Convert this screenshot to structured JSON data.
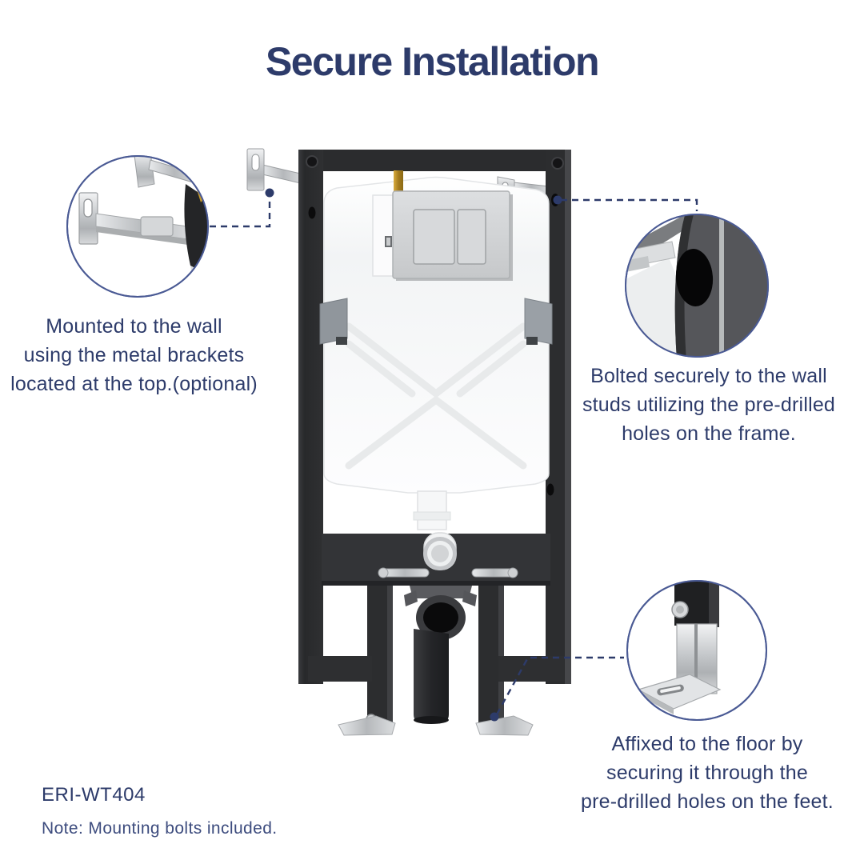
{
  "title": {
    "text": "Secure Installation"
  },
  "callouts": [
    {
      "name": "wall-brackets",
      "zoom_subject": "metal-wall-bracket",
      "lines": [
        "Mounted to the wall",
        "using the metal brackets",
        "located at the top.(optional)"
      ]
    },
    {
      "name": "frame-holes",
      "zoom_subject": "pre-drilled-hole-on-frame",
      "lines": [
        "Bolted securely to the wall",
        "studs utilizing the pre-drilled",
        "holes on the frame."
      ]
    },
    {
      "name": "floor-feet",
      "zoom_subject": "foot-with-pre-drilled-slot",
      "lines": [
        "Affixed to the floor by",
        "securing it through the",
        "pre-drilled holes on the feet."
      ]
    }
  ],
  "footer": {
    "model": "ERI-WT404",
    "note": "Note: Mounting bolts included."
  },
  "colors": {
    "text_navy": "#2d3b6a",
    "note_navy": "#3d4c7e",
    "circle_border": "#4a5a94",
    "connector": "#2d3b6a",
    "frame_black": "#2b2c2e",
    "rail_gray": "#55565a",
    "chrome": "#c9cccf",
    "tank_white": "#fafbfc",
    "plate_gray": "#d2d4d6",
    "brass": "#b88a2d"
  }
}
